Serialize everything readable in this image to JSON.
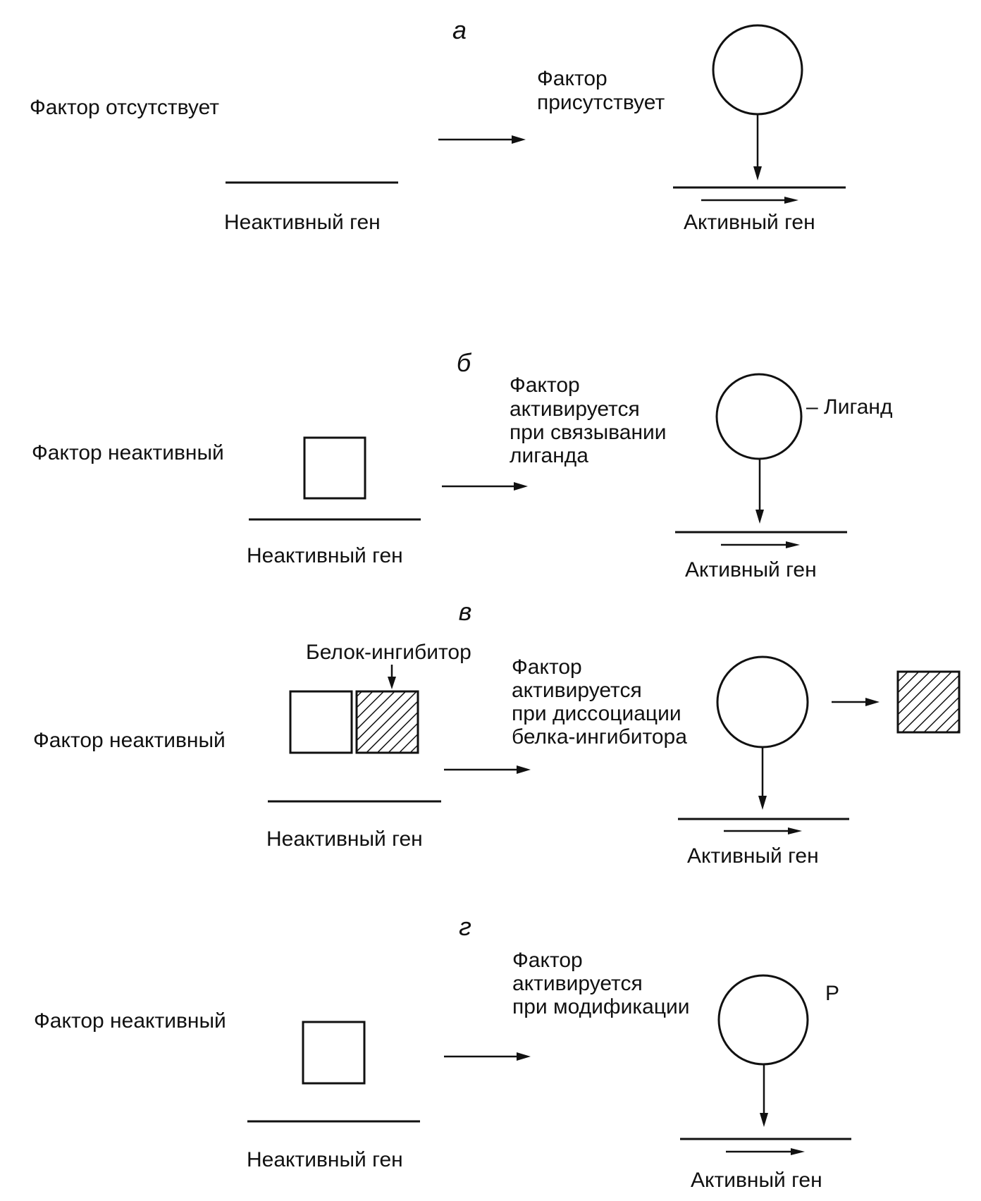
{
  "panels": {
    "a": {
      "letter": "а",
      "left_label": "Фактор отсутствует",
      "middle_label": [
        "Фактор",
        "присутствует"
      ],
      "inactive_gene": "Неактивный ген",
      "active_gene": "Активный ген"
    },
    "b": {
      "letter": "б",
      "left_label": "Фактор неактивный",
      "middle_label": [
        "Фактор",
        "активируется",
        "при связывании",
        "лиганда"
      ],
      "ligand_label": "– Лиганд",
      "inactive_gene": "Неактивный ген",
      "active_gene": "Активный ген"
    },
    "c": {
      "letter": "в",
      "left_label": "Фактор неактивный",
      "inhibitor_label": "Белок-ингибитор",
      "middle_label": [
        "Фактор",
        "активируется",
        "при диссоциации",
        "белка-ингибитора"
      ],
      "inactive_gene": "Неактивный ген",
      "active_gene": "Активный ген"
    },
    "d": {
      "letter": "г",
      "left_label": "Фактор неактивный",
      "middle_label": [
        "Фактор",
        "активируется",
        "при модификации"
      ],
      "modification_label": "P",
      "inactive_gene": "Неактивный ген",
      "active_gene": "Активный ген"
    }
  },
  "colors": {
    "ink": "#111111",
    "background": "#ffffff"
  }
}
